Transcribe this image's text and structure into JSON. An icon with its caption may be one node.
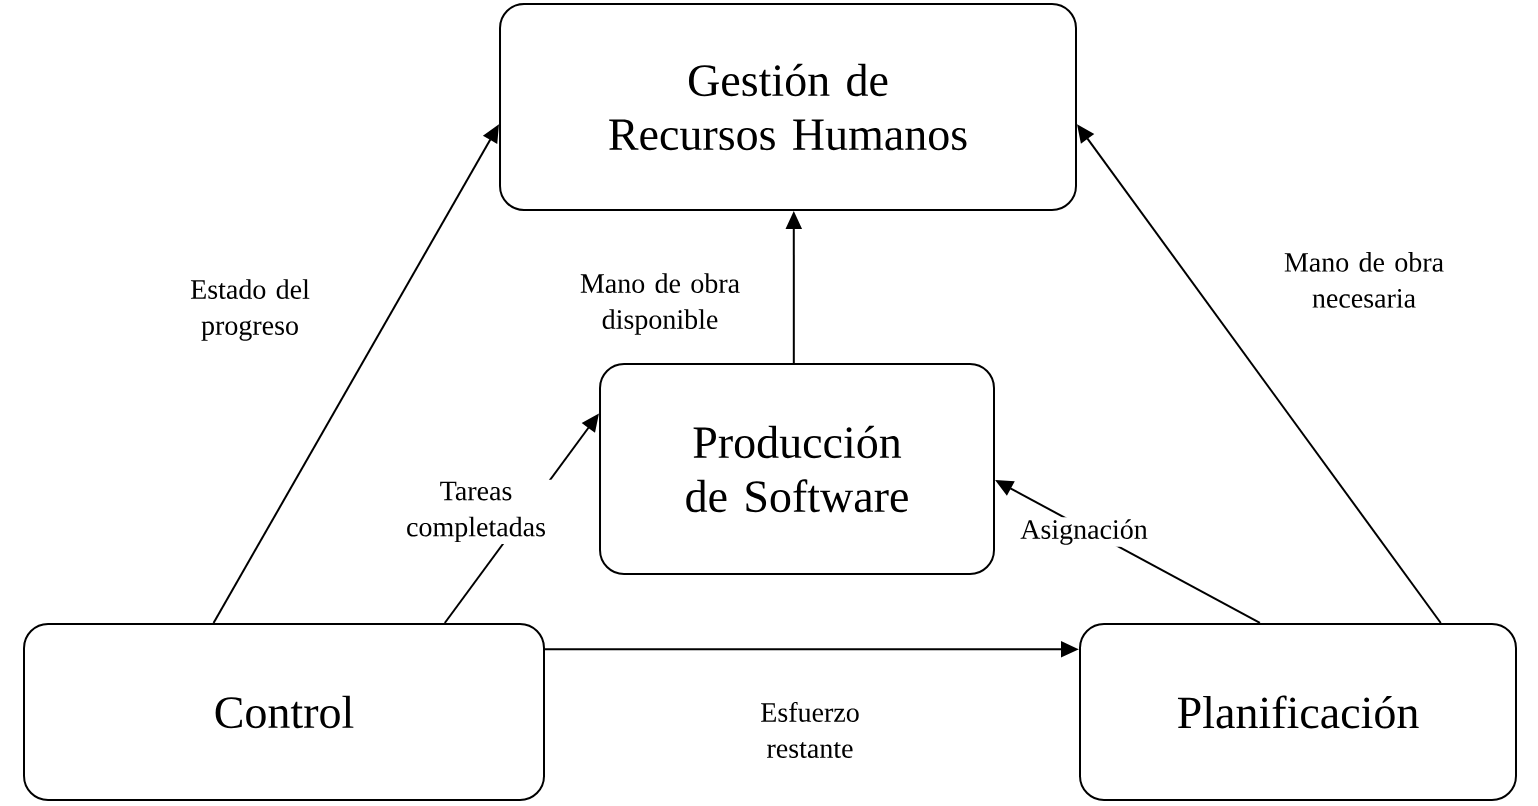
{
  "diagram": {
    "nodes": [
      {
        "text": [
          "Gestión de Recursos Humanos"
        ]
      },
      {
        "text": [
          "Producción de Software"
        ]
      },
      {
        "text": [
          "Control"
        ]
      },
      {
        "text": [
          "Planificación"
        ]
      }
    ],
    "edges": [
      {
        "from": 2,
        "to": 0,
        "arrow": "to",
        "label": "Estado del progreso"
      },
      {
        "from": 1,
        "to": 0,
        "arrow": "to",
        "label": "Mano de obra disponible"
      },
      {
        "from": 3,
        "to": 0,
        "arrow": "to",
        "label": "Mano de obra necesaria"
      },
      {
        "from": 2,
        "to": 1,
        "arrow": "to",
        "label": "Tareas completadas"
      },
      {
        "from": 3,
        "to": 1,
        "arrow": "to",
        "label": "Asignación"
      },
      {
        "from": 2,
        "to": 3,
        "arrow": "to",
        "label": "Esfuerzo restante"
      }
    ]
  }
}
